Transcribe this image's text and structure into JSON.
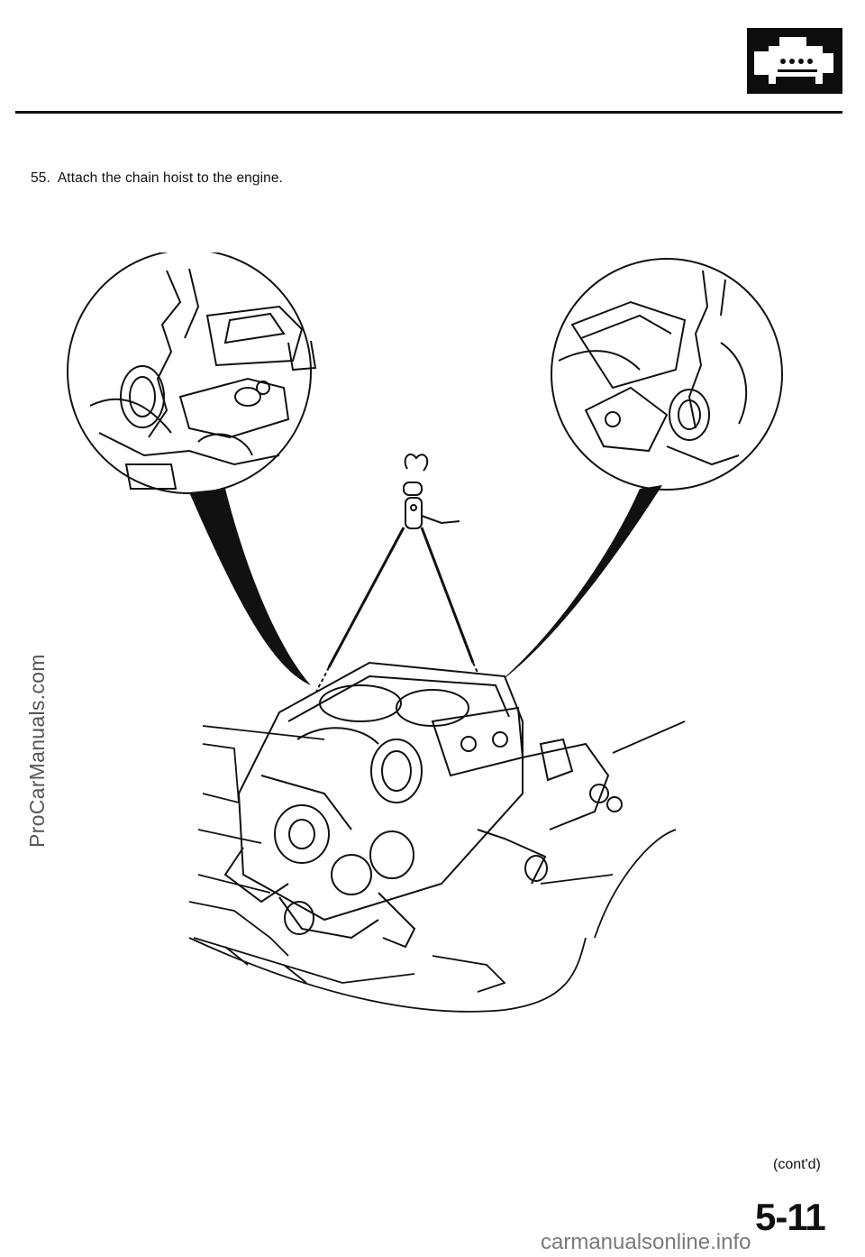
{
  "header": {
    "section_icon": "engine-icon"
  },
  "step": {
    "number": "55.",
    "text": "Attach the chain hoist to the engine."
  },
  "figure": {
    "subject": "engine-hoist-illustration"
  },
  "footer": {
    "continued": "(cont'd)",
    "page_number": "5-11"
  },
  "watermarks": {
    "side": "ProCarManuals.com",
    "bottom": "carmanualsonline.info"
  }
}
